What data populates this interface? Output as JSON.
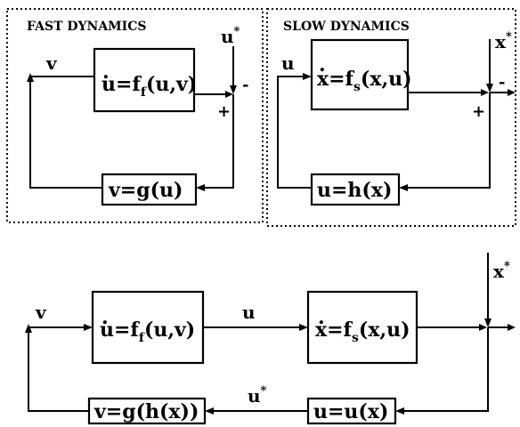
{
  "top_left_panel": {
    "title": "FAST DYNAMICS",
    "reference": {
      "base": "u",
      "sup": "*"
    },
    "output_signal": "v",
    "plus_sign": "+",
    "minus_sign": "-",
    "dynamics_block": {
      "lhs": "u",
      "eq": "=f",
      "sub": "f",
      "args": "(u,v)"
    },
    "feedback_block": "v=g(u)"
  },
  "top_right_panel": {
    "title": "SLOW DYNAMICS",
    "reference": {
      "base": "x",
      "sup": "*"
    },
    "input_signal": "u",
    "plus_sign": "+",
    "minus_sign": "-",
    "dynamics_block": {
      "lhs": "x",
      "eq": "=f",
      "sub": "s",
      "args": "(x,u)"
    },
    "feedback_block": "u=h(x)"
  },
  "bottom_combined": {
    "reference": {
      "base": "x",
      "sup": "*"
    },
    "left_signal": "v",
    "middle_signal": "u",
    "lower_signal": {
      "base": "u",
      "sup": "*"
    },
    "fast_block": {
      "lhs": "u",
      "eq": "=f",
      "sub": "f",
      "args": "(u,v)"
    },
    "slow_block": {
      "lhs": "x",
      "eq": "=f",
      "sub": "s",
      "args": "(x,u)"
    },
    "left_feedback_block": "v=g(h(x))",
    "right_feedback_block": "u=u(x)"
  }
}
